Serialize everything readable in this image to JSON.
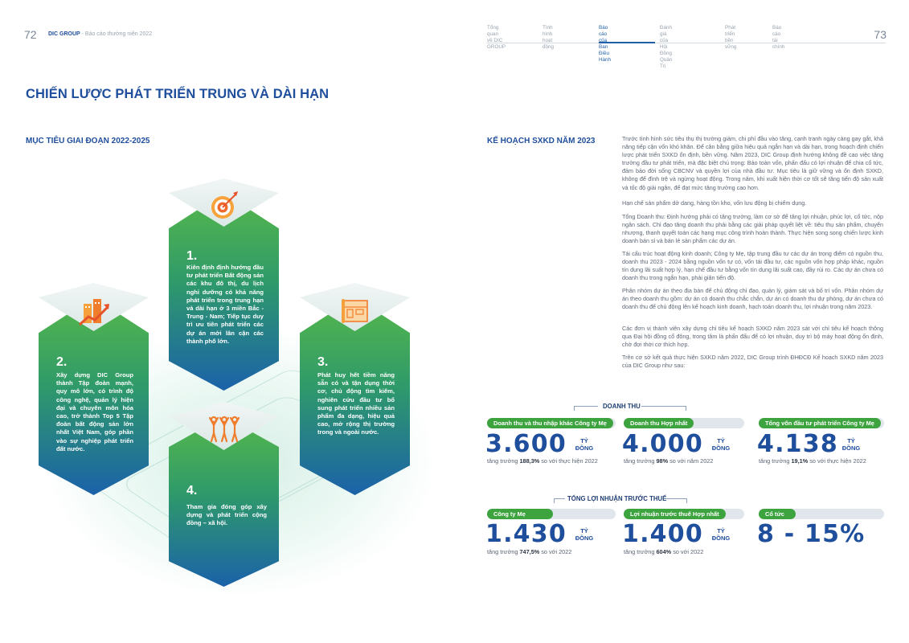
{
  "header": {
    "page_left": "72",
    "page_right": "73",
    "brand": "DIC GROUP",
    "report": "- Báo cáo thường niên 2022",
    "nav": [
      {
        "label": "Tổng quan\nvề DIC GROUP",
        "active": false
      },
      {
        "label": "Tình hình\nhoạt động",
        "active": false
      },
      {
        "label": "Báo cáo của\nBan Điều Hành",
        "active": true
      },
      {
        "label": "Đánh giá của\nHội Đồng Quản Trị",
        "active": false
      },
      {
        "label": "Phát triển\nbền vững",
        "active": false
      },
      {
        "label": "Báo cáo\ntài chính",
        "active": false
      }
    ]
  },
  "title": "CHIẾN LƯỢC PHÁT TRIỂN TRUNG VÀ DÀI HẠN",
  "goals_title": "MỤC TIÊU GIAI ĐOẠN 2022-2025",
  "goals": [
    {
      "num": "1.",
      "icon": "target-icon",
      "text": "Kiên định định hướng đầu tư phát triển Bất động sản các khu đô thị, du lịch nghỉ dưỡng có khả năng phát triển trong trung hạn và dài hạn ở 3 miền Bắc - Trung - Nam; Tiếp tục duy trì ưu tiên phát triển các dự án mới lân cận các thành phố lớn."
    },
    {
      "num": "2.",
      "icon": "growth-buildings-icon",
      "text": "Xây dựng DIC Group thành Tập đoàn mạnh, quy mô lớn, có trình độ công nghệ, quản lý hiện đại và chuyên môn hóa cao, trở thành Top 5 Tập đoàn bất động sản lớn nhất Việt Nam, góp phần vào sự nghiệp phát triển đất nước."
    },
    {
      "num": "3.",
      "icon": "blueprint-icon",
      "text": "Phát huy hết tiềm năng sẵn có và tận dụng thời cơ, chủ động tìm kiếm, nghiên cứu đầu tư bổ sung phát triển nhiều sản phẩm đa dạng, hiệu quả cao, mở rộng thị trường trong và ngoài nước."
    },
    {
      "num": "4.",
      "icon": "community-icon",
      "text": "Tham gia đóng góp xây dựng và phát triển cộng đồng – xã hội."
    }
  ],
  "plan_title": "KẾ HOẠCH SXKD NĂM 2023",
  "paragraphs": [
    "Trước tình hình sức tiêu thụ thị trường giảm, chi phí đầu vào tăng, cạnh tranh ngày càng gay gắt, khả năng tiếp cận vốn khó khăn. Để cân bằng giữa hiệu quả ngắn hạn và dài hạn, trong hoạch định chiến lược phát triển SXKD ổn định, bền vững. Năm 2023, DIC Group định hướng không đề cao việc tăng trưởng đầu tư phát triển, mà đặc biệt chú trọng: Bảo toàn vốn, phấn đấu có lợi nhuận để chia cổ tức, đảm bảo đời sống CBCNV và quyền lợi của nhà đầu tư. Mục tiêu là giữ vững và ổn định SXKD, không để đình trệ và ngừng hoạt động. Trong năm, khi xuất hiện thời cơ tốt sẽ tăng tiến độ sản xuất và tốc độ giải ngân, để đạt mức tăng trưởng cao hơn.",
    "Hạn chế sản phẩm dở dang, hàng tồn kho, vốn lưu động bị chiếm dụng.",
    "Tổng Doanh thu: Định hướng phải có tăng trưởng, làm cơ sở để tăng lợi nhuận, phúc lợi, cổ tức, nộp ngân sách. Chỉ đạo tăng doanh thu phải bằng các giải pháp quyết liệt về: tiêu thụ sản phẩm, chuyển nhượng, thanh quyết toán các hạng mục công trình hoàn thành. Thực hiện song song chiến lược kinh doanh bán sỉ và bán lẻ sản phẩm các dự án.",
    "Tái cấu trúc hoạt động kinh doanh; Công ty Mẹ, tập trung đầu tư các dự án trọng điểm có nguồn thu, doanh thu 2023 - 2024 bằng nguồn vốn tự có, vốn tái đầu tư, các nguồn vốn hợp pháp khác, nguồn tín dụng lãi suất hợp lý, hạn chế đầu tư bằng vốn tín dụng lãi suất cao, đầy rủi ro. Các dự án chưa có doanh thu trong ngắn hạn, phải giãn tiến độ.",
    "Phân nhóm dự án theo địa bàn để chủ động chỉ đạo, quản lý, giám sát và bố trí vốn. Phân nhóm dự án theo doanh thu gồm: dự án có doanh thu chắc chắn, dự án có doanh thu dự phòng, dự án chưa có doanh thu để chủ động lên kế hoạch kinh doanh, hạch toán doanh thu, lợi nhuận trong năm 2023.",
    "Các đơn vị thành viên xây dựng chỉ tiêu kế hoạch SXKD năm 2023 sát với chỉ tiêu kế hoạch thông qua Đại hội đồng cổ đông, trong tâm là phấn đấu để có lợi nhuận, duy trì bộ máy hoạt động ổn định, chờ đợi thời cơ thích hợp.",
    "Trên cơ sở kết quả thực hiện SXKD năm 2022, DIC Group trình ĐHĐCĐ Kế hoạch SXKD năm 2023 của DIC Group như sau:"
  ],
  "revenue": {
    "title": "DOANH THU",
    "items": [
      {
        "label": "Doanh thu và thu nhập khác Công ty Mẹ",
        "value": "3.600",
        "unit": "TỶ\nĐỒNG",
        "growth_pre": "tăng trưởng ",
        "growth": "188,3%",
        "growth_post": " so với thực hiện 2022"
      },
      {
        "label": "Doanh thu Hợp nhất",
        "value": "4.000",
        "unit": "TỶ\nĐỒNG",
        "growth_pre": "tăng trưởng ",
        "growth": "98%",
        "growth_post": "  so với năm 2022"
      },
      {
        "label": "Tổng vốn đầu tư phát triển Công ty Mẹ",
        "value": "4.138",
        "unit": "TỶ\nĐỒNG",
        "growth_pre": "tăng trưởng ",
        "growth": "19,1%",
        "growth_post": " so với thực hiện 2022"
      }
    ]
  },
  "profit": {
    "title": "TỔNG LỢI NHUẬN TRƯỚC THUẾ",
    "items": [
      {
        "label": "Công ty Mẹ",
        "value": "1.430",
        "unit": "TỶ\nĐỒNG",
        "growth_pre": "tăng trưởng ",
        "growth": "747,5%",
        "growth_post": " so với 2022"
      },
      {
        "label": "Lợi nhuận trước thuế Hợp nhất",
        "value": "1.400",
        "unit": "TỶ\nĐỒNG",
        "growth_pre": "tăng trưởng ",
        "growth": "604%",
        "growth_post": " so với 2022"
      },
      {
        "label": "Cổ tức",
        "value": "8 - 15%"
      }
    ]
  },
  "colors": {
    "brand_blue": "#1f4e9c",
    "green": "#3ca33f"
  }
}
